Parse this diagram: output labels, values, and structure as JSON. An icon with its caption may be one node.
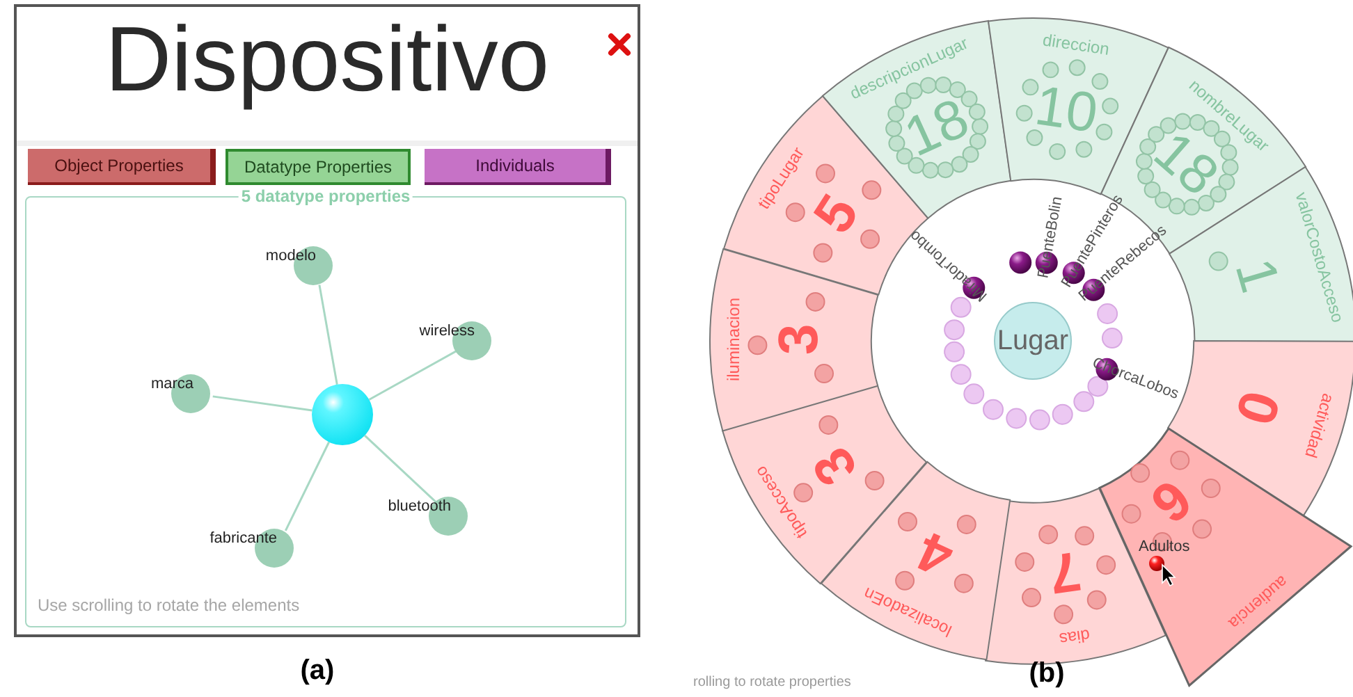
{
  "diagram": {
    "nodes": [
      {
        "text": [
          "Dispositivo"
        ]
      },
      {
        "text": [
          "Object Properties"
        ],
        "in": 0
      },
      {
        "text": [
          "Datatype Properties"
        ],
        "in": 0
      },
      {
        "text": [
          "Individuals"
        ],
        "in": 0
      },
      {
        "text": [
          "5 datatype properties",
          "Use scrolling to rotate the elements"
        ],
        "in": 0
      },
      {
        "text": [],
        "shape": "circle",
        "in": 4
      },
      {
        "text": [
          "modelo"
        ],
        "in": 4
      },
      {
        "text": [
          "wireless"
        ],
        "in": 4
      },
      {
        "text": [
          "marca"
        ],
        "in": 4
      },
      {
        "text": [
          "bluetooth"
        ],
        "in": 4
      },
      {
        "text": [
          "fabricante"
        ],
        "in": 4
      },
      {
        "text": [
          "tipoLugar",
          "5"
        ]
      },
      {
        "text": [
          "descripcionLugar",
          "18"
        ]
      },
      {
        "text": [
          "direccion",
          "10"
        ]
      },
      {
        "text": [
          "nombreLugar",
          "18"
        ]
      },
      {
        "text": [
          "valorCostoAcceso",
          "1"
        ]
      },
      {
        "text": [
          "actividad",
          "0"
        ]
      },
      {
        "text": [
          "audiencia",
          "6"
        ]
      },
      {
        "text": [
          "dias",
          "7"
        ]
      },
      {
        "text": [
          "localizadoEn",
          "4"
        ]
      },
      {
        "text": [
          "tipoAcceso",
          "3"
        ]
      },
      {
        "text": [
          "iluminacion",
          "3"
        ]
      },
      {
        "text": [
          "Lugar"
        ]
      }
    ],
    "edges": [
      {
        "from": 5,
        "to": 6,
        "arrow": "none"
      },
      {
        "from": 5,
        "to": 7,
        "arrow": "none"
      },
      {
        "from": 5,
        "to": 8,
        "arrow": "none"
      },
      {
        "from": 5,
        "to": 9,
        "arrow": "none"
      },
      {
        "from": 5,
        "to": 10,
        "arrow": "none"
      }
    ],
    "labels": [
      "(a)",
      "MiradorTombo",
      "PuenteBolin",
      "PuentePinteros",
      "PuenteRebecos",
      "ChorcaLobos",
      "Adultos",
      "(b)",
      "rolling to rotate properties"
    ]
  }
}
